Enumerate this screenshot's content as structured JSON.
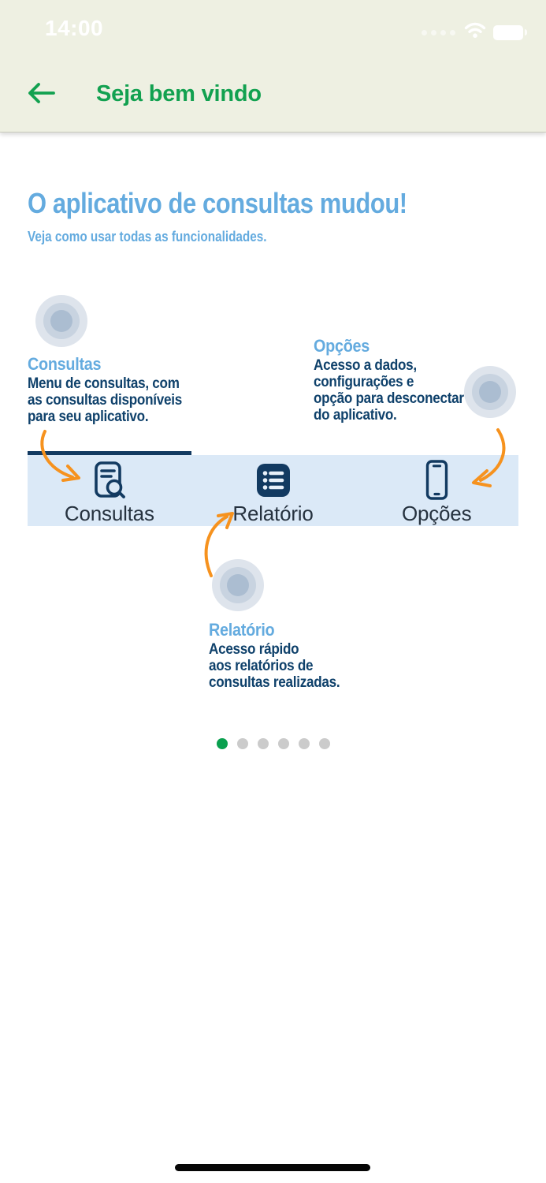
{
  "status_bar": {
    "time": "14:00"
  },
  "header": {
    "title": "Seja bem vindo"
  },
  "intro": {
    "title": "O aplicativo de consultas mudou!",
    "subtitle": "Veja como usar todas as funcionalidades."
  },
  "callouts": {
    "consultas": {
      "title": "Consultas",
      "description": "Menu de consultas, com\nas consultas disponíveis\npara seu aplicativo."
    },
    "opcoes": {
      "title": "Opções",
      "description": "Acesso a dados,\nconfigurações e\nopção para desconectar\ndo aplicativo."
    },
    "relatorio": {
      "title": "Relatório",
      "description": "Acesso rápido\naos relatórios de\nconsultas realizadas."
    }
  },
  "tab_bar": {
    "tabs": [
      {
        "label": "Consultas",
        "icon": "document-search",
        "active": true
      },
      {
        "label": "Relatório",
        "icon": "list-bullets",
        "active": false
      },
      {
        "label": "Opções",
        "icon": "smartphone",
        "active": false
      }
    ]
  },
  "icons": {
    "back": "arrow-left",
    "cellular": "signal-dots",
    "wifi": "wifi-arcs",
    "battery": "battery-full",
    "touch": "concentric-circles",
    "pointer": "curved-orange-arrow"
  },
  "pagination": {
    "total": 6,
    "active_index": 0
  },
  "colors": {
    "headerBg": "#eef0e2",
    "green": "#12a150",
    "titleBlue": "#64abdf",
    "navy": "#0f416b",
    "tabbarBg": "#dbe9f7",
    "tabIcon": "#123a61",
    "tabLabel": "#26323f",
    "orange": "#f6921e",
    "dotActive": "#0aa04f",
    "dotInactive": "#cbcbcb",
    "homeBar": "#060606"
  }
}
